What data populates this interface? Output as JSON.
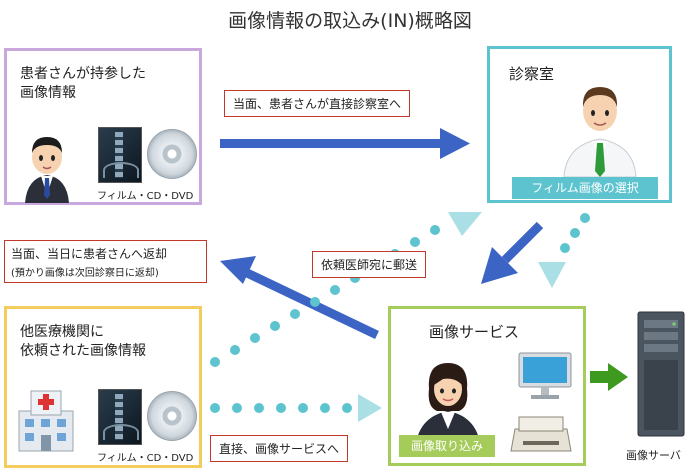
{
  "title": "画像情報の取込み(IN)概略図",
  "boxes": {
    "patient": {
      "line1": "患者さんが持参した",
      "line2": "画像情報",
      "media": "フィルム・CD・DVD"
    },
    "clinic": {
      "title": "診察室",
      "band": "フィルム画像の選択"
    },
    "return": {
      "line1": "当面、当日に患者さんへ返却",
      "line2": "(預かり画像は次回診察日に返却)"
    },
    "other": {
      "line1": "他医療機関に",
      "line2": "依頼された画像情報",
      "media": "フィルム・CD・DVD"
    },
    "service": {
      "title": "画像サービス",
      "band": "画像取り込み"
    },
    "server": {
      "label": "画像サーバ"
    }
  },
  "arrows": {
    "top": "当面、患者さんが直接診察室へ",
    "mail": "依頼医師宛に郵送",
    "bottom": "直接、画像サービスへ"
  },
  "colors": {
    "patient_border": "#c9a8dd",
    "clinic_border": "#5cc3cf",
    "other_border": "#f2cc5c",
    "service_border": "#a5cc5a",
    "arrow_blue": "#3b64c4",
    "dot_teal": "#5cc3cf",
    "server_arrow": "#3d9a1e",
    "red_border": "#c0392b"
  }
}
